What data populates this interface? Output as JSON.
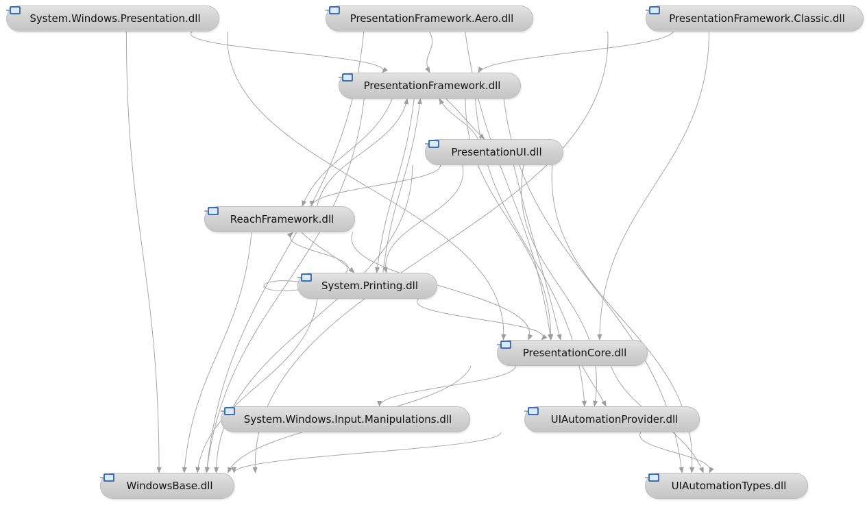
{
  "colors": {
    "edge": "#a6a6a6",
    "arrow": "#9d9d9d",
    "node_top": "#e4e4e4",
    "node_bottom": "#c4c4c4",
    "icon_body": "#3b6fb6",
    "icon_screen": "#dce9fb",
    "text": "#111111"
  },
  "node_icon": "assembly-icon",
  "nodes": [
    {
      "id": "swp",
      "label": "System.Windows.Presentation.dll"
    },
    {
      "id": "pfa",
      "label": "PresentationFramework.Aero.dll"
    },
    {
      "id": "pfc",
      "label": "PresentationFramework.Classic.dll"
    },
    {
      "id": "pf",
      "label": "PresentationFramework.dll"
    },
    {
      "id": "pui",
      "label": "PresentationUI.dll"
    },
    {
      "id": "rf",
      "label": "ReachFramework.dll"
    },
    {
      "id": "sp",
      "label": "System.Printing.dll"
    },
    {
      "id": "pc",
      "label": "PresentationCore.dll"
    },
    {
      "id": "swim",
      "label": "System.Windows.Input.Manipulations.dll"
    },
    {
      "id": "uap",
      "label": "UIAutomationProvider.dll"
    },
    {
      "id": "wb",
      "label": "WindowsBase.dll"
    },
    {
      "id": "uat",
      "label": "UIAutomationTypes.dll"
    }
  ],
  "edges": [
    {
      "from": "swp",
      "to": "pf"
    },
    {
      "from": "swp",
      "to": "pc"
    },
    {
      "from": "swp",
      "to": "wb"
    },
    {
      "from": "pfa",
      "to": "pf"
    },
    {
      "from": "pfa",
      "to": "pc"
    },
    {
      "from": "pfa",
      "to": "wb"
    },
    {
      "from": "pfc",
      "to": "pf"
    },
    {
      "from": "pfc",
      "to": "pc"
    },
    {
      "from": "pfc",
      "to": "wb"
    },
    {
      "from": "pf",
      "to": "pui"
    },
    {
      "from": "pf",
      "to": "rf"
    },
    {
      "from": "pf",
      "to": "sp"
    },
    {
      "from": "pf",
      "to": "pc"
    },
    {
      "from": "pf",
      "to": "uap"
    },
    {
      "from": "pf",
      "to": "uat"
    },
    {
      "from": "pf",
      "to": "wb"
    },
    {
      "from": "pui",
      "to": "pf"
    },
    {
      "from": "pui",
      "to": "rf"
    },
    {
      "from": "pui",
      "to": "sp"
    },
    {
      "from": "pui",
      "to": "pc"
    },
    {
      "from": "pui",
      "to": "uap"
    },
    {
      "from": "pui",
      "to": "uat"
    },
    {
      "from": "pui",
      "to": "wb"
    },
    {
      "from": "rf",
      "to": "pf"
    },
    {
      "from": "rf",
      "to": "sp"
    },
    {
      "from": "rf",
      "to": "pc"
    },
    {
      "from": "rf",
      "to": "wb"
    },
    {
      "from": "sp",
      "to": "sp"
    },
    {
      "from": "sp",
      "to": "pf"
    },
    {
      "from": "sp",
      "to": "rf"
    },
    {
      "from": "sp",
      "to": "pc"
    },
    {
      "from": "sp",
      "to": "wb"
    },
    {
      "from": "pc",
      "to": "swim"
    },
    {
      "from": "pc",
      "to": "uap"
    },
    {
      "from": "pc",
      "to": "uat"
    },
    {
      "from": "pc",
      "to": "wb"
    },
    {
      "from": "uap",
      "to": "uat"
    },
    {
      "from": "uap",
      "to": "wb"
    }
  ]
}
